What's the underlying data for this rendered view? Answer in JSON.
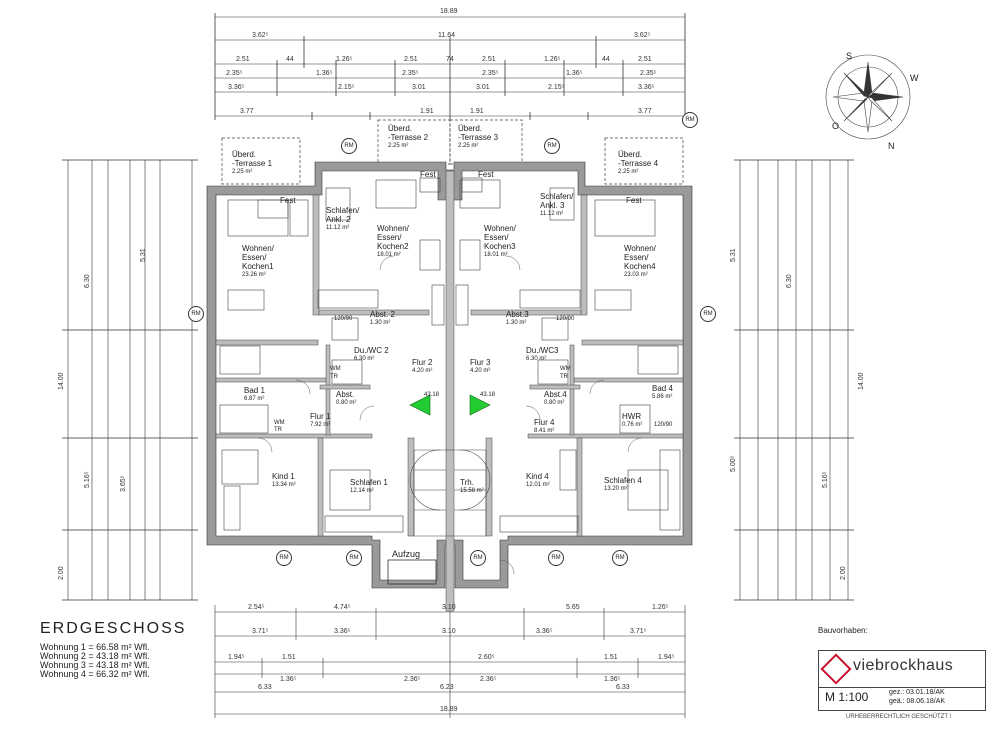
{
  "title": "ERDGESCHOSS",
  "areas": [
    "Wohnung 1  =  66.58 m² Wfl.",
    "Wohnung 2  =  43.18 m² Wfl.",
    "Wohnung 3  =  43.18 m² Wfl.",
    "Wohnung 4  =  66.32 m² Wfl."
  ],
  "project_label": "Bauvorhaben:",
  "brand": "viebrockhaus",
  "scale": "M 1:100",
  "dates": [
    "gez.: 03.01.18/AK",
    "geä.: 08.06.18/AK"
  ],
  "copyright": "URHEBERRECHTLICH GESCHÜTZT !",
  "rm_label": "RM",
  "compass": {
    "N": "N",
    "O": "O",
    "S": "S"
  },
  "rooms": [
    {
      "id": "terr1",
      "name": "Überd.\n-Terrasse 1",
      "area": "2.25 m²"
    },
    {
      "id": "terr2",
      "name": "Überd.\n-Terrasse 2",
      "area": "2.25 m²"
    },
    {
      "id": "terr3",
      "name": "Überd.\n-Terrasse 3",
      "area": "2.25 m²"
    },
    {
      "id": "terr4",
      "name": "Überd.\n-Terrasse 4",
      "area": "2.25 m²"
    },
    {
      "id": "wek1",
      "name": "Wohnen/\nEssen/\nKochen1",
      "area": "23.26 m²"
    },
    {
      "id": "sa2",
      "name": "Schlafen/\nAnkl. 2",
      "area": "11.12 m²"
    },
    {
      "id": "wek2",
      "name": "Wohnen/\nEssen/\nKochen2",
      "area": "18.01 m²"
    },
    {
      "id": "wek3",
      "name": "Wohnen/\nEssen/\nKochen3",
      "area": "18.01 m²"
    },
    {
      "id": "sa3",
      "name": "Schlafen/\nAnkl. 3",
      "area": "11.12 m²"
    },
    {
      "id": "wek4",
      "name": "Wohnen/\nEssen/\nKochen4",
      "area": "23.03 m²"
    },
    {
      "id": "abst2",
      "name": "Abst. 2",
      "area": "1.30 m²"
    },
    {
      "id": "abst3",
      "name": "Abst.3",
      "area": "1.30 m²"
    },
    {
      "id": "duwc2",
      "name": "Du./WC 2",
      "area": "6.30 m²"
    },
    {
      "id": "duwc3",
      "name": "Du./WC3",
      "area": "6.30 m²"
    },
    {
      "id": "flur2",
      "name": "Flur 2",
      "area": "4.20 m²"
    },
    {
      "id": "flur3",
      "name": "Flur 3",
      "area": "4.20 m²"
    },
    {
      "id": "bad1",
      "name": "Bad 1",
      "area": "6.87 m²"
    },
    {
      "id": "bad4",
      "name": "Bad 4",
      "area": "5.86 m²"
    },
    {
      "id": "flur1",
      "name": "Flur 1",
      "area": "7.92 m²"
    },
    {
      "id": "abst1",
      "name": "Abst.",
      "area": "0.80 m²"
    },
    {
      "id": "abst4",
      "name": "Abst.4",
      "area": "0.80 m²"
    },
    {
      "id": "flur4",
      "name": "Flur 4",
      "area": "8.41 m²"
    },
    {
      "id": "hwr",
      "name": "HWR",
      "area": "0.76 m²"
    },
    {
      "id": "kind1",
      "name": "Kind 1",
      "area": "13.34 m²"
    },
    {
      "id": "schl1",
      "name": "Schlafen 1",
      "area": "12.14 m²"
    },
    {
      "id": "trh",
      "name": "Trh.",
      "area": "15.58 m²"
    },
    {
      "id": "kind4",
      "name": "Kind 4",
      "area": "12.01 m²"
    },
    {
      "id": "schl4",
      "name": "Schlafen 4",
      "area": "13.20 m²"
    },
    {
      "id": "aufzug",
      "name": "Aufzug",
      "area": ""
    }
  ],
  "top_dims": {
    "row0": [
      "18.89"
    ],
    "row1": [
      "3.62⁵",
      "11.64",
      "3.62⁵"
    ],
    "row2": [
      "2.51",
      "44",
      "1.26⁵",
      "2.51",
      "74",
      "2.51",
      "1.26⁵",
      "44",
      "2.51"
    ],
    "row3": [
      "2.35⁵",
      "1.36⁵",
      "2.35⁵",
      "2.35⁵",
      "1.36⁵",
      "2.35⁵"
    ],
    "row4": [
      "3.36⁵",
      "2.15⁵",
      "3.01",
      "3.01",
      "2.15⁵",
      "3.36⁵"
    ],
    "row5": [
      "3.77",
      "1.91",
      "1.91",
      "3.77"
    ]
  },
  "bottom_dims": {
    "row1": [
      "2.54⁵",
      "4.74⁵",
      "3.10",
      "5.65",
      "1.26⁵"
    ],
    "row2": [
      "3.71⁵",
      "3.36⁵",
      "3.10",
      "3.36⁵",
      "3.71⁵"
    ],
    "row3": [
      "1.94⁵",
      "1.51",
      "2.60⁵",
      "1.51",
      "1.94⁵"
    ],
    "row4": [
      "1.36⁵",
      "2.36⁵",
      "2.36⁵",
      "1.36⁵"
    ],
    "row5": [
      "6.33",
      "6.23",
      "6.33"
    ],
    "row6": [
      "18.89"
    ]
  },
  "side_dims_left": [
    "14.00",
    "5.31",
    "6.30",
    "5.16⁵",
    "3.65⁵",
    "2.00"
  ],
  "side_dims_right": [
    "14.00",
    "5.31",
    "6.30",
    "5.16⁵",
    "5.00⁵",
    "2.00"
  ],
  "fixtures": {
    "fest": "Fest",
    "wm": "WM",
    "tr": "TR",
    "tray": "120/90",
    "stairs_w": "43.18",
    "door_w": "44"
  }
}
